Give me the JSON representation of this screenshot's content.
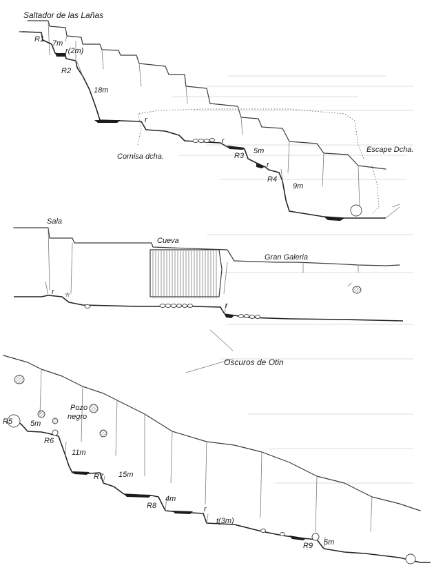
{
  "section_top": {
    "title": "Saltador de las Lañas",
    "labels": [
      "R1",
      "7m",
      "r(2m)",
      "R2",
      "18m",
      "r",
      "Cornisa dcha.",
      "r",
      "R3",
      "5m",
      "r",
      "R4",
      "9m",
      "Escape Dcha."
    ]
  },
  "section_middle": {
    "sala": "Sala",
    "cueva": "Cueva",
    "gran_galeria": "Gran Galeria",
    "r_left": "r",
    "r_right": "r"
  },
  "pointer_label": "Oscuros de Otin",
  "section_bottom": {
    "labels": [
      "R5",
      "5m",
      "Pozo",
      "negro",
      "R6",
      "11m",
      "R7",
      "15m",
      "R8",
      "4m",
      "r",
      "t(3m)",
      "R9",
      "5m"
    ]
  }
}
